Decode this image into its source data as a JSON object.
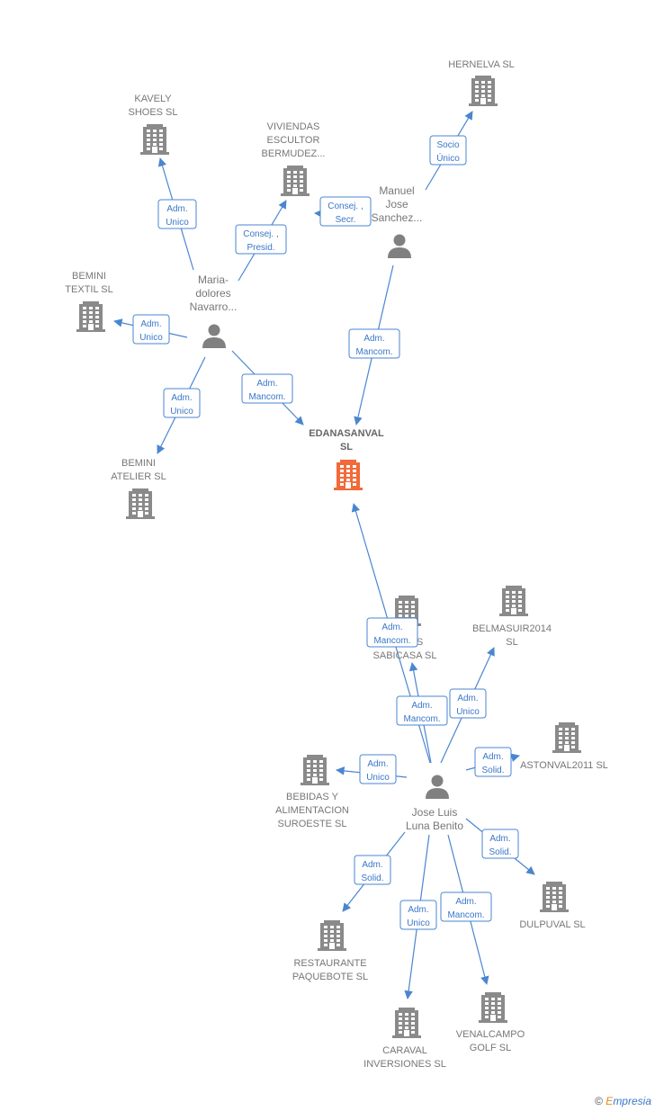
{
  "colors": {
    "building": "#8a8a8a",
    "focus": "#f26a3a",
    "edge": "#4a86d0",
    "edge_text": "#3a77c8"
  },
  "nodes": [
    {
      "id": "edanasanval",
      "type": "company",
      "focus": true,
      "lines": [
        "EDANASANVAL",
        "SL"
      ]
    },
    {
      "id": "kavely",
      "type": "company",
      "lines": [
        "KAVELY",
        "SHOES  SL"
      ]
    },
    {
      "id": "viviendas",
      "type": "company",
      "lines": [
        "VIVIENDAS",
        "ESCULTOR",
        "BERMUDEZ..."
      ]
    },
    {
      "id": "hernelva",
      "type": "company",
      "lines": [
        "HERNELVA  SL"
      ]
    },
    {
      "id": "bemini_textil",
      "type": "company",
      "lines": [
        "BEMINI",
        "TEXTIL  SL"
      ]
    },
    {
      "id": "bemini_atelier",
      "type": "company",
      "lines": [
        "BEMINI",
        "ATELIER  SL"
      ]
    },
    {
      "id": "maria",
      "type": "person",
      "lines": [
        "Maria-",
        "dolores",
        "Navarro..."
      ]
    },
    {
      "id": "manuel",
      "type": "person",
      "lines": [
        "Manuel",
        "Jose",
        "Sanchez..."
      ]
    },
    {
      "id": "jose",
      "type": "person",
      "lines": [
        "Jose Luis",
        "Luna Benito"
      ]
    },
    {
      "id": "sabicasa",
      "type": "company",
      "lines": [
        "...ONES",
        "SABICASA  SL"
      ]
    },
    {
      "id": "belmasuir",
      "type": "company",
      "lines": [
        "BELMASUIR2014",
        "SL"
      ]
    },
    {
      "id": "astonval",
      "type": "company",
      "lines": [
        "ASTONVAL2011 SL"
      ]
    },
    {
      "id": "bebidas",
      "type": "company",
      "lines": [
        "BEBIDAS Y",
        "ALIMENTACION",
        "SUROESTE SL"
      ]
    },
    {
      "id": "dulpuval",
      "type": "company",
      "lines": [
        "DULPUVAL SL"
      ]
    },
    {
      "id": "restaurante",
      "type": "company",
      "lines": [
        "RESTAURANTE",
        "PAQUEBOTE SL"
      ]
    },
    {
      "id": "caraval",
      "type": "company",
      "lines": [
        "CARAVAL",
        "INVERSIONES SL"
      ]
    },
    {
      "id": "venalcampo",
      "type": "company",
      "lines": [
        "VENALCAMPO",
        "GOLF SL"
      ]
    }
  ],
  "edges": [
    {
      "from": "maria",
      "to": "kavely",
      "label": [
        "Adm.",
        "Unico"
      ]
    },
    {
      "from": "maria",
      "to": "viviendas",
      "label": [
        "Consej. ,",
        "Presid."
      ]
    },
    {
      "from": "maria",
      "to": "bemini_textil",
      "label": [
        "Adm.",
        "Unico"
      ]
    },
    {
      "from": "maria",
      "to": "bemini_atelier",
      "label": [
        "Adm.",
        "Unico"
      ]
    },
    {
      "from": "maria",
      "to": "edanasanval",
      "label": [
        "Adm.",
        "Mancom."
      ]
    },
    {
      "from": "manuel",
      "to": "hernelva",
      "label": [
        "Socio",
        "Único"
      ]
    },
    {
      "from": "manuel",
      "to": "viviendas",
      "label": [
        "Consej. ,",
        "Secr."
      ]
    },
    {
      "from": "manuel",
      "to": "edanasanval",
      "label": [
        "Adm.",
        "Mancom."
      ]
    },
    {
      "from": "jose",
      "to": "edanasanval",
      "label": [
        "Adm.",
        "Mancom."
      ]
    },
    {
      "from": "jose",
      "to": "sabicasa",
      "label": [
        "Adm.",
        "Mancom."
      ]
    },
    {
      "from": "jose",
      "to": "belmasuir",
      "label": [
        "Adm.",
        "Unico"
      ]
    },
    {
      "from": "jose",
      "to": "astonval",
      "label": [
        "Adm.",
        "Solid."
      ]
    },
    {
      "from": "jose",
      "to": "bebidas",
      "label": [
        "Adm.",
        "Unico"
      ]
    },
    {
      "from": "jose",
      "to": "dulpuval",
      "label": [
        "Adm.",
        "Solid."
      ]
    },
    {
      "from": "jose",
      "to": "restaurante",
      "label": [
        "Adm.",
        "Solid."
      ]
    },
    {
      "from": "jose",
      "to": "caraval",
      "label": [
        "Adm.",
        "Unico"
      ]
    },
    {
      "from": "jose",
      "to": "venalcampo",
      "label": [
        "Adm.",
        "Mancom."
      ]
    }
  ],
  "footer": {
    "copyright": "©",
    "brand_first": "E",
    "brand_rest": "mpresia"
  }
}
